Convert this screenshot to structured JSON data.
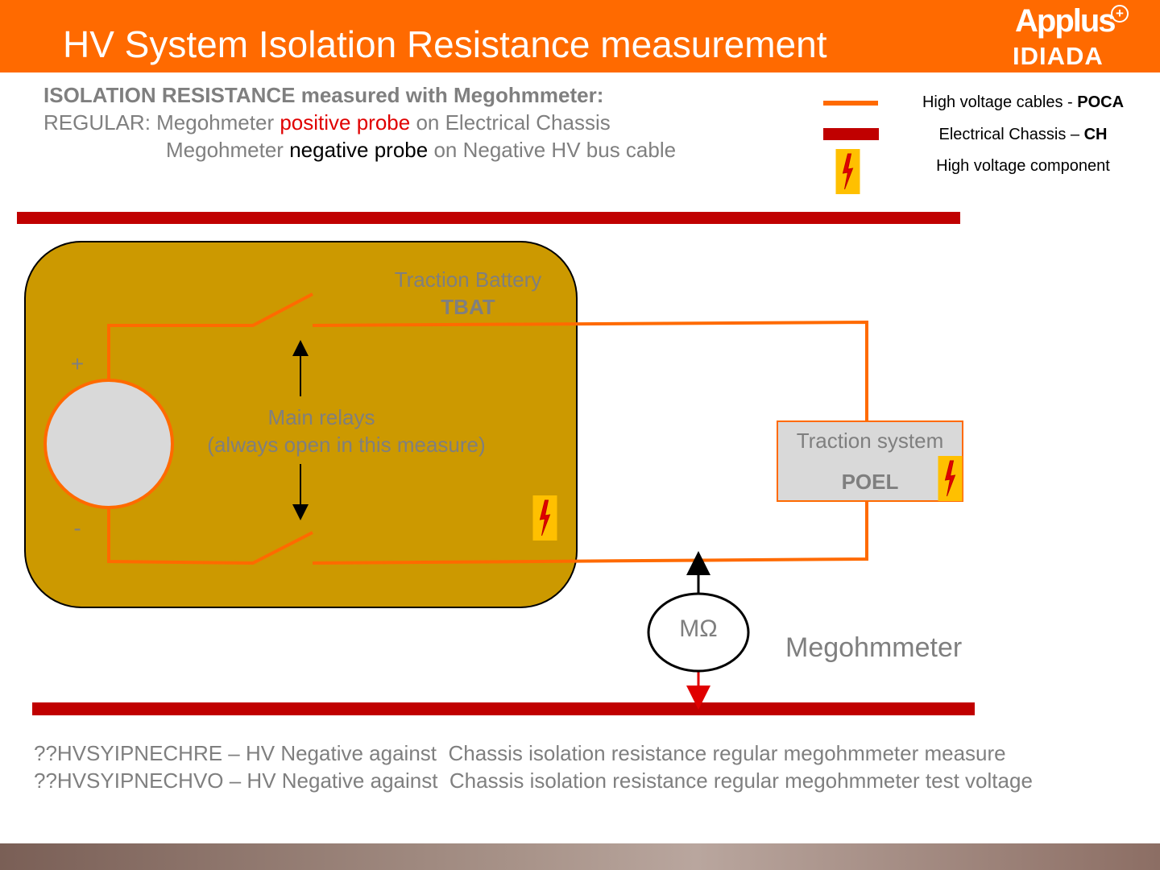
{
  "header": {
    "title": "HV System Isolation Resistance measurement",
    "logo_line1": "Applus",
    "logo_plus": "+",
    "logo_line2": "IDIADA"
  },
  "intro": {
    "heading": "ISOLATION RESISTANCE measured with Megohmmeter:",
    "line1_prefix": "REGULAR: Megohmeter ",
    "line1_highlight": "positive probe",
    "line1_suffix": " on Electrical Chassis",
    "line2_prefix": "Megohmeter ",
    "line2_highlight": "negative probe",
    "line2_suffix": " on Negative HV bus cable"
  },
  "legend": {
    "cables_label": "High voltage cables - ",
    "cables_code": "POCA",
    "chassis_label": "Electrical Chassis – ",
    "chassis_code": "CH",
    "component_label": "High voltage component"
  },
  "diagram": {
    "battery_title": "Traction Battery",
    "battery_code": "TBAT",
    "plus_sign": "+",
    "minus_sign": "-",
    "relays_label": "Main relays",
    "relays_note": "(always open in this measure)",
    "traction_system": "Traction system",
    "traction_code": "POEL",
    "meter_symbol": "MΩ",
    "meter_label": "Megohmmeter"
  },
  "notes": [
    "??HVSYIPNECHRE – HV Negative against  Chassis isolation resistance regular megohmmeter measure",
    "??HVSYIPNECHVO – HV Negative against  Chassis isolation resistance regular megohmmeter test voltage"
  ],
  "colors": {
    "header": "#ff6a00",
    "hv_cable": "#ff6a00",
    "chassis": "#c00000",
    "battery_fill": "#cc9900",
    "hv_symbol_bg": "#ffc000",
    "text_gray": "#7f7f7f"
  }
}
